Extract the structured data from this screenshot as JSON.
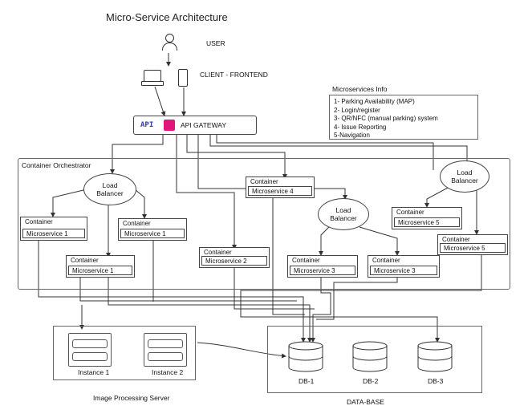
{
  "title": "Micro-Service Architecture",
  "user_label": "USER",
  "client_label": "CLIENT - FRONTEND",
  "gateway": {
    "api_logo": "API",
    "label": "API GATEWAY",
    "brand_color": "#e0147a"
  },
  "info": {
    "heading": "Microservices Info",
    "items": [
      "1- Parking Availability (MAP)",
      "2- Login/register",
      "3- QR/NFC (manual parking) system",
      "4- Issue Reporting",
      "5-Navigation"
    ]
  },
  "orchestrator_label": "Container Orchestrator",
  "containers": [
    {
      "header": "Container",
      "name": "Microservice 1"
    },
    {
      "header": "Container",
      "name": "Microservice 1"
    },
    {
      "header": "Container",
      "name": "Microservice 1"
    },
    {
      "header": "Container",
      "name": "Microservice 2"
    },
    {
      "header": "Container",
      "name": "Microservice 4"
    },
    {
      "header": "Container",
      "name": "Microservice 3"
    },
    {
      "header": "Container",
      "name": "Microservice 3"
    },
    {
      "header": "Container",
      "name": "Microservice 5"
    },
    {
      "header": "Container",
      "name": "Microservice 5"
    }
  ],
  "load_balancer": {
    "line1": "Load",
    "line2": "Balancer"
  },
  "image_server": {
    "label": "Image Processing Server",
    "instances": [
      "Instance 1",
      "Instance 2"
    ]
  },
  "database": {
    "label": "DATA-BASE",
    "dbs": [
      "DB-1",
      "DB-2",
      "DB-3"
    ]
  }
}
